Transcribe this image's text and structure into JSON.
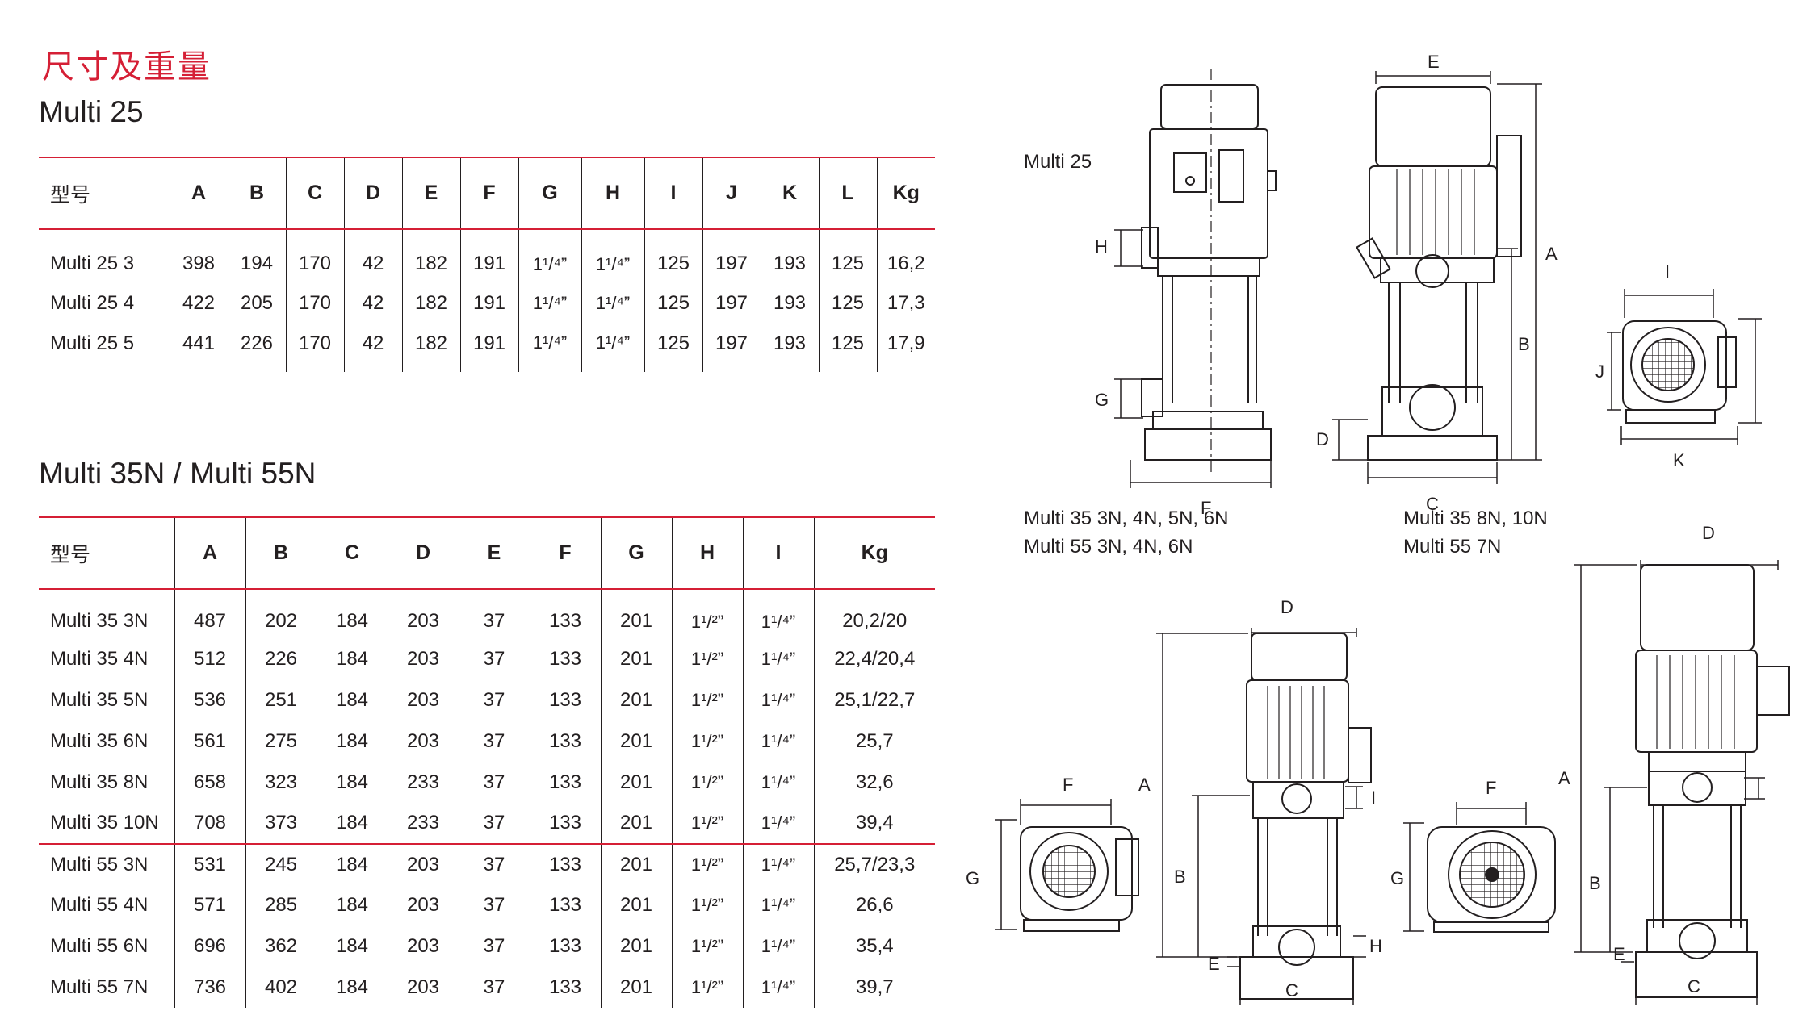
{
  "page": {
    "heading": "尺寸及重量"
  },
  "table1": {
    "title": "Multi 25",
    "headers": [
      "型号",
      "A",
      "B",
      "C",
      "D",
      "E",
      "F",
      "G",
      "H",
      "I",
      "J",
      "K",
      "L",
      "Kg"
    ],
    "rows": [
      [
        "Multi 25 3",
        "398",
        "194",
        "170",
        "42",
        "182",
        "191",
        "1¹/⁴”",
        "1¹/⁴”",
        "125",
        "197",
        "193",
        "125",
        "16,2"
      ],
      [
        "Multi 25 4",
        "422",
        "205",
        "170",
        "42",
        "182",
        "191",
        "1¹/⁴”",
        "1¹/⁴”",
        "125",
        "197",
        "193",
        "125",
        "17,3"
      ],
      [
        "Multi 25 5",
        "441",
        "226",
        "170",
        "42",
        "182",
        "191",
        "1¹/⁴”",
        "1¹/⁴”",
        "125",
        "197",
        "193",
        "125",
        "17,9"
      ]
    ]
  },
  "table2": {
    "title": "Multi 35N / Multi 55N",
    "headers": [
      "型号",
      "A",
      "B",
      "C",
      "D",
      "E",
      "F",
      "G",
      "H",
      "I",
      "Kg"
    ],
    "rows": [
      [
        "Multi 35 3N",
        "487",
        "202",
        "184",
        "203",
        "37",
        "133",
        "201",
        "1¹/²”",
        "1¹/⁴”",
        "20,2/20"
      ],
      [
        "Multi 35 4N",
        "512",
        "226",
        "184",
        "203",
        "37",
        "133",
        "201",
        "1¹/²”",
        "1¹/⁴”",
        "22,4/20,4"
      ],
      [
        "Multi 35 5N",
        "536",
        "251",
        "184",
        "203",
        "37",
        "133",
        "201",
        "1¹/²”",
        "1¹/⁴”",
        "25,1/22,7"
      ],
      [
        "Multi 35 6N",
        "561",
        "275",
        "184",
        "203",
        "37",
        "133",
        "201",
        "1¹/²”",
        "1¹/⁴”",
        "25,7"
      ],
      [
        "Multi 35 8N",
        "658",
        "323",
        "184",
        "233",
        "37",
        "133",
        "201",
        "1¹/²”",
        "1¹/⁴”",
        "32,6"
      ],
      [
        "Multi 35 10N",
        "708",
        "373",
        "184",
        "233",
        "37",
        "133",
        "201",
        "1¹/²”",
        "1¹/⁴”",
        "39,4"
      ],
      [
        "Multi 55 3N",
        "531",
        "245",
        "184",
        "203",
        "37",
        "133",
        "201",
        "1¹/²”",
        "1¹/⁴”",
        "25,7/23,3"
      ],
      [
        "Multi 55 4N",
        "571",
        "285",
        "184",
        "203",
        "37",
        "133",
        "201",
        "1¹/²”",
        "1¹/⁴”",
        "26,6"
      ],
      [
        "Multi 55 6N",
        "696",
        "362",
        "184",
        "203",
        "37",
        "133",
        "201",
        "1¹/²”",
        "1¹/⁴”",
        "35,4"
      ],
      [
        "Multi 55 7N",
        "736",
        "402",
        "184",
        "203",
        "37",
        "133",
        "201",
        "1¹/²”",
        "1¹/⁴”",
        "39,7"
      ]
    ]
  },
  "drawings": {
    "multi25": {
      "caption": "Multi 25",
      "side_labels": {
        "H": "H",
        "G": "G",
        "F": "F"
      },
      "front_labels": {
        "E": "E",
        "A": "A",
        "B": "B",
        "D": "D",
        "C": "C"
      },
      "top_labels": {
        "I": "I",
        "J": "J",
        "K": "K"
      }
    },
    "multi35_small": {
      "caption_line1": "Multi 35 3N, 4N, 5N, 6N",
      "caption_line2": "Multi 55 3N, 4N, 6N",
      "top_labels": {
        "F": "F",
        "G": "G"
      },
      "front_labels": {
        "A": "A",
        "D": "D",
        "I": "I",
        "B": "B",
        "E": "E",
        "H": "H",
        "C": "C"
      }
    },
    "multi35_large": {
      "caption_line1": "Multi 35 8N, 10N",
      "caption_line2": "Multi 55 7N",
      "top_labels": {
        "F": "F",
        "G": "G"
      },
      "front_labels": {
        "D": "D",
        "A": "A",
        "B": "B",
        "E": "E",
        "C": "C"
      }
    }
  },
  "colors": {
    "accent": "#d51f35",
    "text": "#231f20",
    "line": "#231f20"
  }
}
